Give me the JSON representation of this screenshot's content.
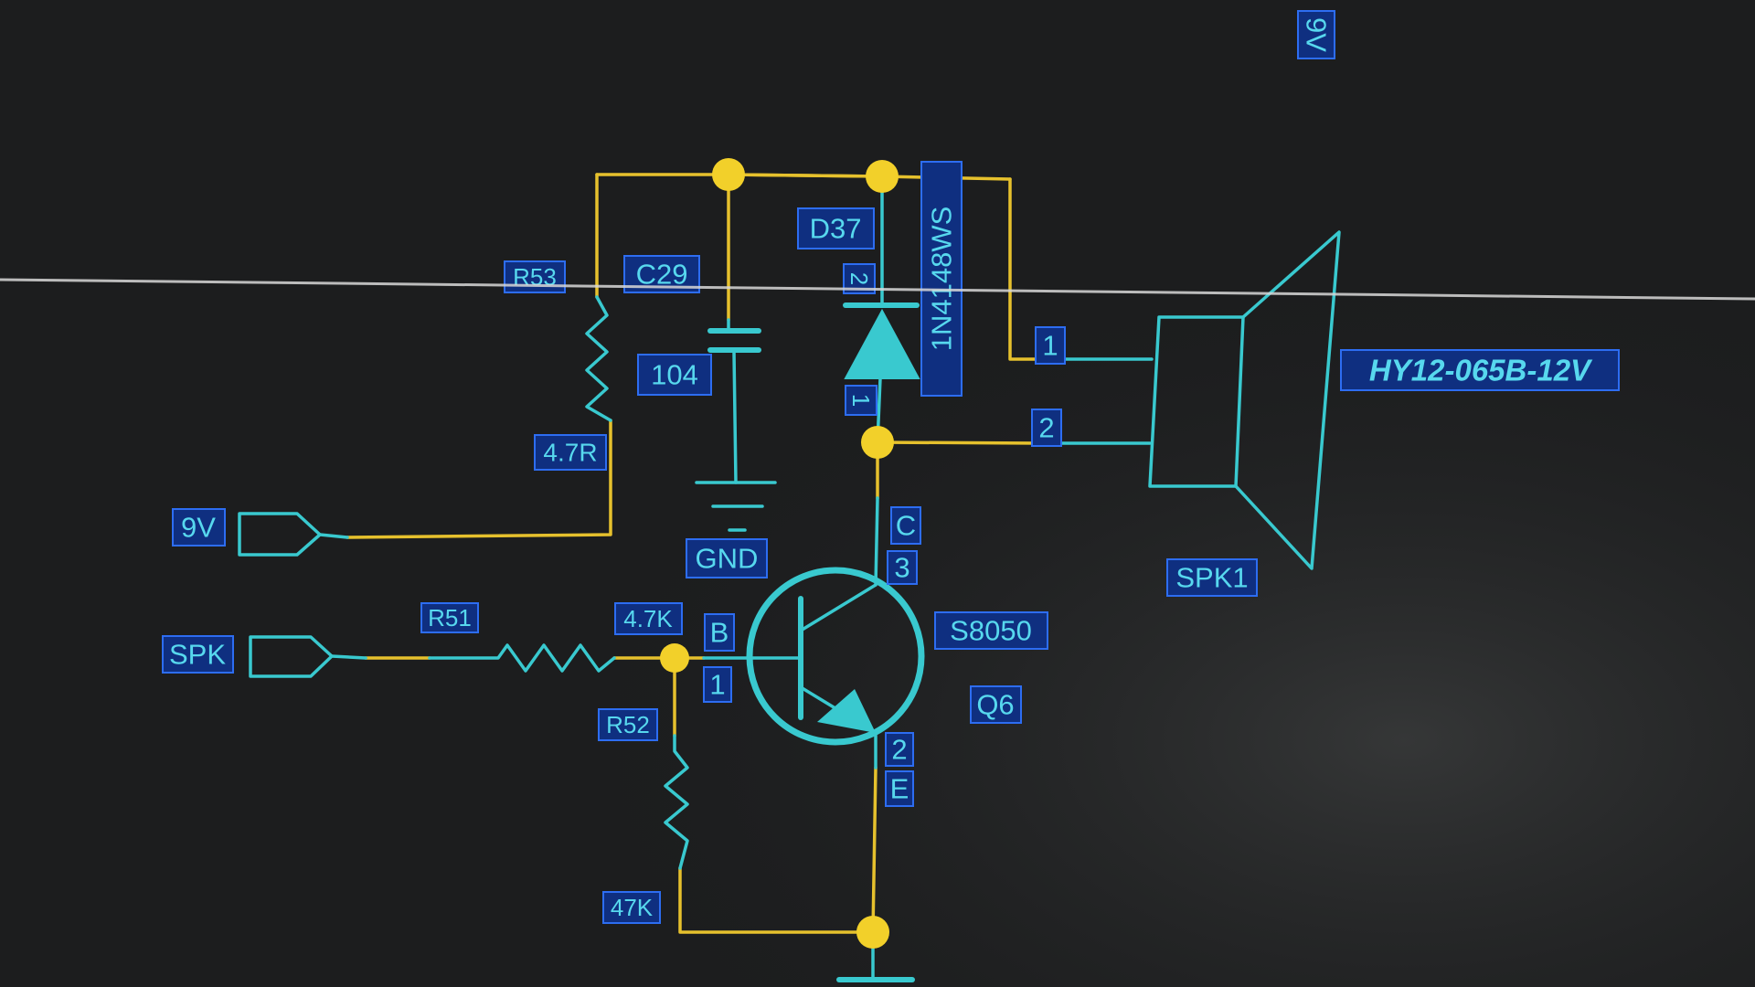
{
  "labels": {
    "r53": "R53",
    "c29": "C29",
    "d37": "D37",
    "diode_part": "1N4148WS",
    "cap_value": "104",
    "r53_value": "4.7R",
    "net_9v": "9V",
    "net_9v_top": "9V",
    "gnd": "GND",
    "net_spk": "SPK",
    "r51": "R51",
    "r51_value": "4.7K",
    "base": "B",
    "base_pin": "1",
    "collector": "C",
    "collector_pin": "3",
    "emitter_pin": "2",
    "emitter": "E",
    "transistor_part": "S8050",
    "q6": "Q6",
    "r52": "R52",
    "r52_value": "47K",
    "diode_pin_top": "2",
    "diode_pin_bottom": "1",
    "spk_pin1": "1",
    "spk_pin2": "2",
    "speaker_part": "HY12-065B-12V",
    "spk1": "SPK1"
  },
  "colors": {
    "background": "#1c1d1e",
    "wire": "#e6c12d",
    "component": "#39c9cf",
    "junction": "#f2d02a",
    "label_text": "#57d8ee",
    "label_fill": "#0f2f80",
    "label_border": "#2d6df2"
  }
}
